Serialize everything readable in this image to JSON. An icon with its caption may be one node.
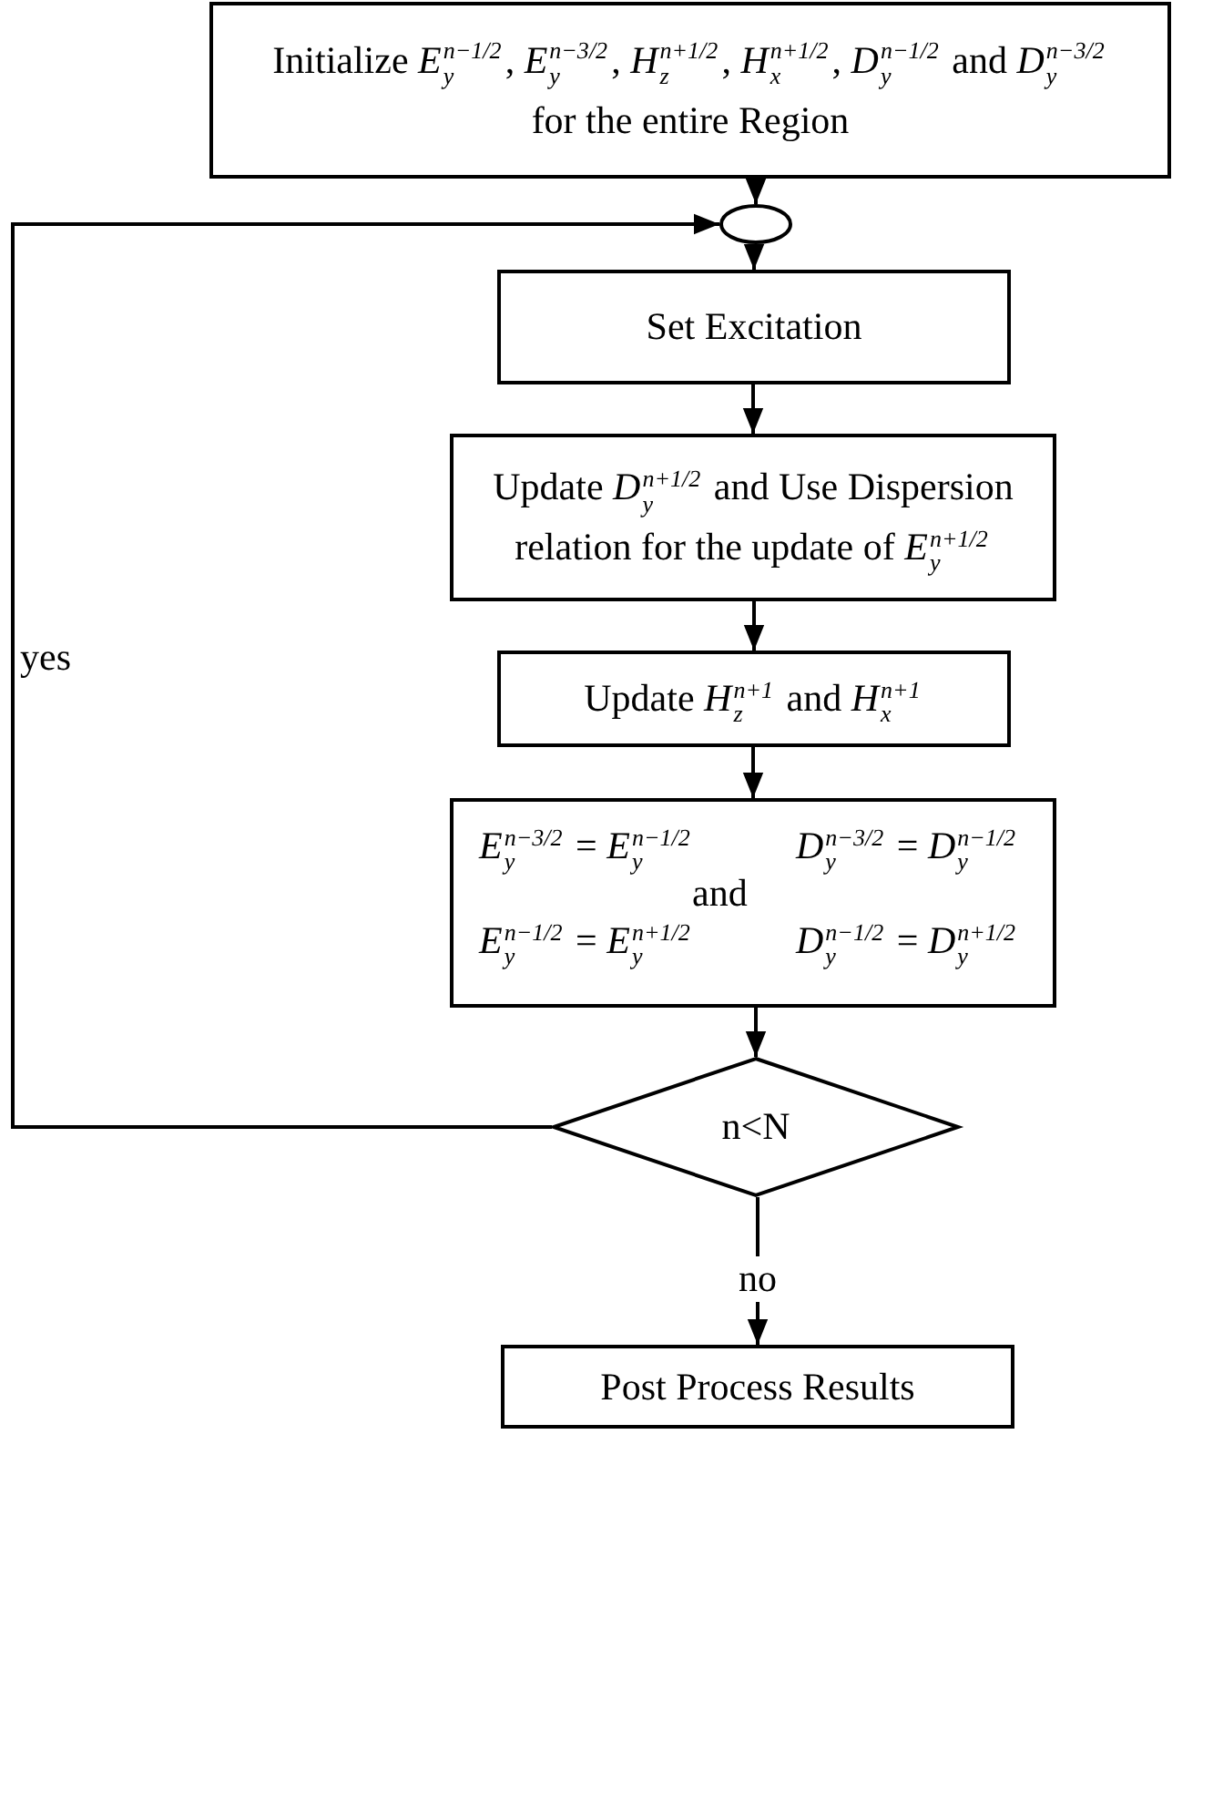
{
  "diagram": {
    "nodes": [
      {
        "text": [
          "Initialize *E*$_{y}$$^{n−1/2}$, *E*$_{y}$$^{n−3/2}$, *H*$_{z}$$^{n+1/2}$, *H*$_{x}$$^{n+1/2}$, *D*$_{y}$$^{n−1/2}$ and *D*$_{y}$$^{n−3/2}$ for the entire Region"
        ]
      },
      {
        "text": [],
        "shape": "ellipse"
      },
      {
        "text": [
          "Set Excitation"
        ]
      },
      {
        "text": [
          "Update *D*$_{y}$$^{n+1/2}$ and Use Dispersion relation for the update of *E*$_{y}$$^{n+1/2}$"
        ]
      },
      {
        "text": [
          "Update *H*$_{z}$$^{n+1}$ and *H*$_{x}$$^{n+1}$"
        ]
      },
      {
        "text": [
          "*E*$_{y}$$^{n−3/2}$ = *E*$_{y}$$^{n−1/2}$",
          "*D*$_{y}$$^{n−3/2}$ = *D*$_{y}$$^{n−1/2}$",
          "*E*$_{y}$$^{n−1/2}$ = *E*$_{y}$$^{n+1/2}$",
          "and",
          "*D*$_{y}$$^{n−1/2}$ = *D*$_{y}$$^{n+1/2}$"
        ]
      },
      {
        "text": [
          "n<N"
        ]
      },
      {
        "text": [
          "Post Process Results"
        ]
      }
    ],
    "edges": [
      {
        "from": 0,
        "to": 1,
        "arrow": "to"
      },
      {
        "from": 1,
        "to": 2,
        "arrow": "to"
      },
      {
        "from": 2,
        "to": 3,
        "arrow": "to"
      },
      {
        "from": 3,
        "to": 4,
        "arrow": "to"
      },
      {
        "from": 4,
        "to": 5,
        "arrow": "to"
      },
      {
        "from": 5,
        "to": 6,
        "arrow": "to"
      },
      {
        "from": 6,
        "to": 1,
        "arrow": "to",
        "label": "yes"
      },
      {
        "from": 6,
        "to": 7,
        "arrow": "to",
        "label": "no"
      }
    ]
  }
}
